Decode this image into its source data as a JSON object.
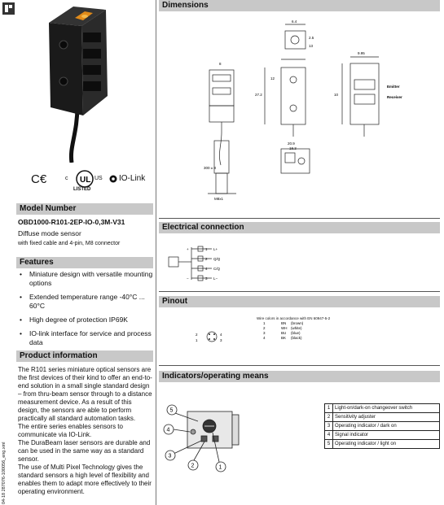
{
  "certifications": {
    "ce": "C€",
    "ul_c": "c",
    "ul_us": "US",
    "ul_listed": "LISTED",
    "iolink": "IO-Link"
  },
  "left": {
    "model_number_heading": "Model Number",
    "model_number": "OBD1000-R101-2EP-IO-0,3M-V31",
    "model_desc": "Diffuse mode sensor",
    "model_sub": "with fixed cable and 4-pin, M8 connector",
    "features_heading": "Features",
    "features": [
      "Miniature design with versatile mounting options",
      "Extended temperature range -40°C ... 60°C",
      "High degree of protection IP69K",
      "IO-link interface for service and process data"
    ],
    "product_info_heading": "Product information",
    "product_info": [
      "The R101 series miniature optical sensors are the first devices of their kind to offer an end-to-end solution in a small single standard design – from thru-beam sensor through to a distance measurement device. As a result of this design, the sensors are able to perform practically all standard automation tasks.",
      "The entire series enables sensors to communicate via IO-Link.",
      "The DuraBeam laser sensors are durable and can be used in the same way as a standard sensor.",
      "The use of Multi Pixel Technology gives the standard sensors a high level of flexibility and enables them to adapt more effectively to their operating environment."
    ],
    "side_code": "04-18  287076-100056_eng.xml"
  },
  "right": {
    "dimensions_heading": "Dimensions",
    "dim_labels": {
      "emitter": "Emitter",
      "receiver": "Receiver",
      "d64": "6.4",
      "d8": "8",
      "d25": "2.5",
      "d13": "13",
      "d209": "20.9",
      "d183": "18.3",
      "d995": "9.95",
      "d300": "300 ± 8",
      "m8": "M8x1",
      "d272": "27.2",
      "d12": "12",
      "d10": "10"
    },
    "electrical_heading": "Electrical connection",
    "elec_labels": {
      "plus": "+",
      "minus": "−",
      "qo": "Q/Q",
      "l1": "L+",
      "l2": "C/Q",
      "l3": "L−",
      "n1": "1",
      "n2": "2",
      "n3": "3",
      "n4": "4"
    },
    "pinout_heading": "Pinout",
    "pinout_note": "Wire colors in accordance with EN 60947-5-2",
    "pins": [
      {
        "num": "1",
        "code": "BN",
        "color": "(brown)"
      },
      {
        "num": "2",
        "code": "WH",
        "color": "(white)"
      },
      {
        "num": "3",
        "code": "BU",
        "color": "(blue)"
      },
      {
        "num": "4",
        "code": "BK",
        "color": "(black)"
      }
    ],
    "pin_face": {
      "p2": "2",
      "p4": "4",
      "p1": "1",
      "p3": "3"
    },
    "indicators_heading": "Indicators/operating means",
    "indicator_callouts": [
      "1",
      "2",
      "3",
      "4",
      "5"
    ],
    "indicators": [
      {
        "num": "1",
        "label": "Light-on/dark-on changeover switch"
      },
      {
        "num": "2",
        "label": "Sensitivity adjuster"
      },
      {
        "num": "3",
        "label": "Operating indicator / dark on"
      },
      {
        "num": "4",
        "label": "Signal indicator"
      },
      {
        "num": "5",
        "label": "Operating indicator / light on"
      }
    ]
  }
}
